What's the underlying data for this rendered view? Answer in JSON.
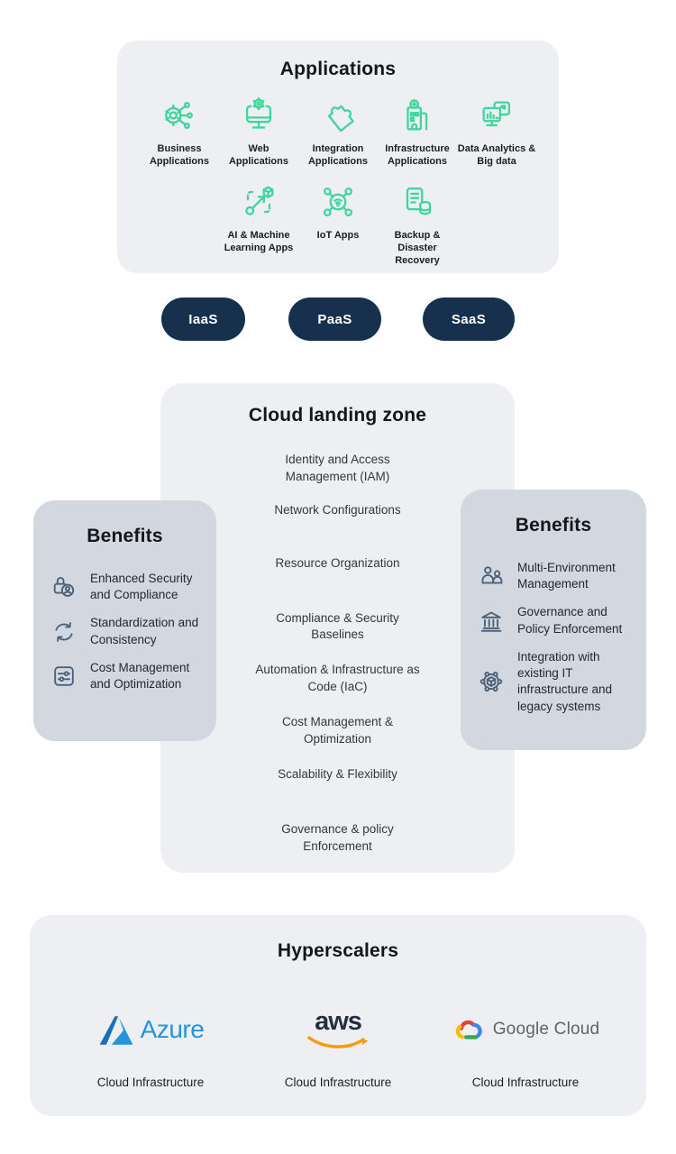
{
  "colors": {
    "background": "#ffffff",
    "panel_light": "#edeff3",
    "panel_benefits": "#d2d7e0",
    "accent_green": "#3ed69b",
    "pill_navy": "#16304e",
    "benefit_icon_slate": "#4c6177",
    "azure_blue": "#2495dd",
    "aws_dark": "#252f3e",
    "aws_orange": "#ff9900",
    "google_text_gray": "#5f6368"
  },
  "applications": {
    "title": "Applications",
    "row1": [
      {
        "icon": "gear-circuit-icon",
        "label": "Business\nApplications"
      },
      {
        "icon": "monitor-gear-icon",
        "label": "Web\nApplications"
      },
      {
        "icon": "puzzle-icon",
        "label": "Integration\nApplications"
      },
      {
        "icon": "building-icon",
        "label": "Infrastructure\nApplications"
      },
      {
        "icon": "analytics-monitor-icon",
        "label": "Data Analytics &\nBig data"
      }
    ],
    "row2": [
      {
        "icon": "ai-cube-arrow-icon",
        "label": "AI & Machine\nLearning Apps"
      },
      {
        "icon": "iot-network-icon",
        "label": "IoT Apps"
      },
      {
        "icon": "backup-database-icon",
        "label": "Backup &\nDisaster\nRecovery"
      }
    ]
  },
  "service_models": {
    "pills": [
      {
        "label": "IaaS"
      },
      {
        "label": "PaaS"
      },
      {
        "label": "SaaS"
      }
    ]
  },
  "landing_zone": {
    "title": "Cloud landing zone",
    "items": [
      "Identity and Access\nManagement (IAM)",
      "Network Configurations",
      "Resource Organization",
      "Compliance & Security\nBaselines",
      "Automation & Infrastructure as\nCode (IaC)",
      "Cost Management &\nOptimization",
      "Scalability & Flexibility",
      "Governance & policy\nEnforcement"
    ]
  },
  "benefits_left": {
    "title": "Benefits",
    "items": [
      {
        "icon": "lock-user-icon",
        "label": "Enhanced Security\nand Compliance"
      },
      {
        "icon": "refresh-icon",
        "label": "Standardization and\nConsistency"
      },
      {
        "icon": "sliders-icon",
        "label": "Cost Management\nand Optimization"
      }
    ]
  },
  "benefits_right": {
    "title": "Benefits",
    "items": [
      {
        "icon": "people-group-icon",
        "label": "Multi-Environment\nManagement"
      },
      {
        "icon": "bank-icon",
        "label": "Governance and\nPolicy Enforcement"
      },
      {
        "icon": "gear-cube-icon",
        "label": "Integration with\nexisting IT\ninfrastructure and\nlegacy systems"
      }
    ]
  },
  "hyperscalers": {
    "title": "Hyperscalers",
    "providers": [
      {
        "logo": "azure-logo",
        "logo_text": "Azure",
        "caption": "Cloud Infrastructure"
      },
      {
        "logo": "aws-logo",
        "logo_text": "aws",
        "caption": "Cloud Infrastructure"
      },
      {
        "logo": "google-cloud-logo",
        "logo_text": "Google Cloud",
        "caption": "Cloud Infrastructure"
      }
    ]
  }
}
